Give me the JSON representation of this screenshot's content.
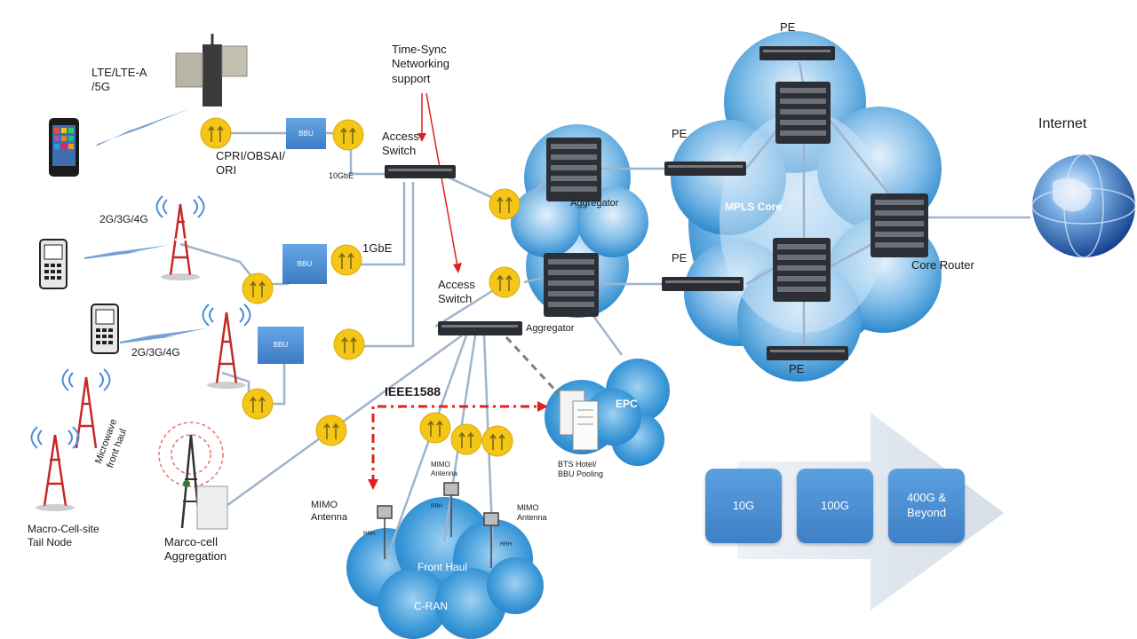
{
  "labels": {
    "lte": "LTE/LTE-A\n/5G",
    "time_sync": "Time-Sync\nNetworking\nsupport",
    "cpri": "CPRI/OBSAI/\nORI",
    "access_switch_1": "Access\nSwitch",
    "tenGbE": "10GbE",
    "oneGbE": "1GbE",
    "access_switch_2": "Access\nSwitch",
    "aggregator_1": "Aggregator",
    "aggregator_2": "Aggregator",
    "pe_top": "PE",
    "pe_mid1": "PE",
    "pe_mid2": "PE",
    "pe_bottom": "PE",
    "mpls_core": "MPLS Core",
    "core_router": "Core Router",
    "internet": "Internet",
    "g_1": "2G/3G/4G",
    "g_2": "2G/3G/4G",
    "bbu_1": "BBU",
    "bbu_2": "BBU",
    "bbu_3": "BBU",
    "microwave": "Microwave\nfront haul",
    "macro_tail": "Macro-Cell-site\nTail Node",
    "macro_agg": "Marco-cell\nAggregation",
    "ieee": "IEEE1588",
    "mimo_1": "MIMO\nAntenna",
    "mimo_2": "MIMO\nAntenna",
    "mimo_3": "MIMO\nAntenna",
    "rrh_1": "RRH",
    "rrh_2": "RRH",
    "rrh_3": "RRH",
    "front_haul": "Front Haul",
    "c_ran": "C-RAN",
    "bts_hotel": "BTS Hotel/\nBBU Pooling",
    "epc": "EPC"
  },
  "speeds": [
    "10G",
    "100G",
    "400G &\nBeyond"
  ],
  "colors": {
    "cloud_blue": "#1f86cf",
    "bbu_blue": "#4a8fd6",
    "sync_yellow": "#f5c518",
    "arrow_red": "#e02020",
    "link_gray": "#a9bdd2"
  }
}
